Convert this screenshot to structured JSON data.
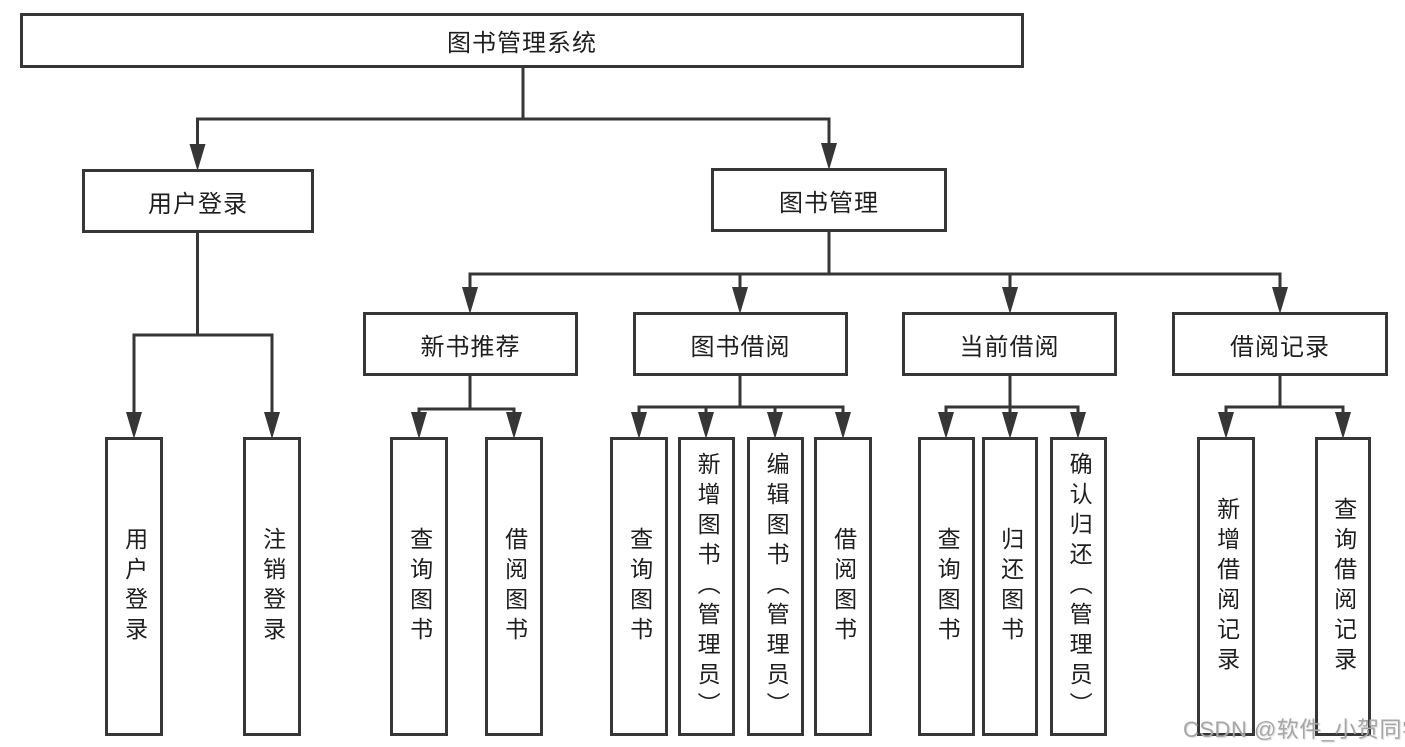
{
  "tree": {
    "root": {
      "label": "图书管理系统",
      "children": [
        {
          "label": "用户登录",
          "children": [
            {
              "label": "用户登录"
            },
            {
              "label": "注销登录"
            }
          ]
        },
        {
          "label": "图书管理",
          "children": [
            {
              "label": "新书推荐",
              "children": [
                {
                  "label": "查询图书"
                },
                {
                  "label": "借阅图书"
                }
              ]
            },
            {
              "label": "图书借阅",
              "children": [
                {
                  "label": "查询图书"
                },
                {
                  "label": "新增图书（管理员）"
                },
                {
                  "label": "编辑图书（管理员）"
                },
                {
                  "label": "借阅图书"
                }
              ]
            },
            {
              "label": "当前借阅",
              "children": [
                {
                  "label": "查询图书"
                },
                {
                  "label": "归还图书"
                },
                {
                  "label": "确认归还（管理员）"
                }
              ]
            },
            {
              "label": "借阅记录",
              "children": [
                {
                  "label": "新增借阅记录"
                },
                {
                  "label": "查询借阅记录"
                }
              ]
            }
          ]
        }
      ]
    }
  },
  "watermark": {
    "text": "CSDN @软件_小贺同学"
  },
  "colors": {
    "line": "#363636",
    "box_border": "#363636",
    "text": "#1e1e1e",
    "watermark_gray": "#a6a6a6",
    "background": "#ffffff"
  }
}
